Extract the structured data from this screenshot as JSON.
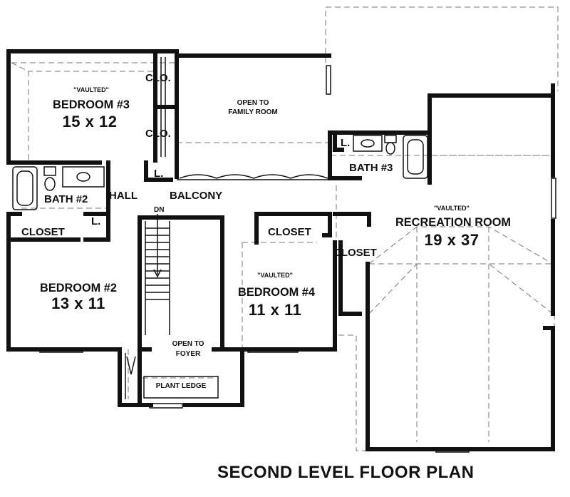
{
  "plan_title": "SECOND LEVEL FLOOR PLAN",
  "rooms": {
    "bedroom3": {
      "tag": "\"VAULTED\"",
      "name": "BEDROOM #3",
      "size": "15 x 12"
    },
    "bedroom2": {
      "name": "BEDROOM #2",
      "size": "13 x 11"
    },
    "bedroom4": {
      "tag": "\"VAULTED\"",
      "name": "BEDROOM #4",
      "size": "11 x 11"
    },
    "recreation": {
      "tag": "\"VAULTED\"",
      "name": "RECREATION ROOM",
      "size": "19 x 37"
    },
    "bath2": "BATH #2",
    "bath3": "BATH #3",
    "hall": "HALL",
    "balcony": "BALCONY",
    "closet_left": "CLOSET",
    "closet_mid": "CLOSET",
    "closet_right": "CLOSET",
    "clo_top": "CLO.",
    "clo_bottom": "CLO.",
    "linen_1": "L.",
    "linen_2": "L.",
    "linen_3": "L.",
    "open_family_1": "OPEN TO",
    "open_family_2": "FAMILY ROOM",
    "open_foyer_1": "OPEN TO",
    "open_foyer_2": "FOYER",
    "plant_ledge": "PLANT LEDGE",
    "stair_dn": "DN"
  },
  "colors": {
    "wall": "#111111",
    "background": "#ffffff",
    "dashed": "#777777"
  }
}
